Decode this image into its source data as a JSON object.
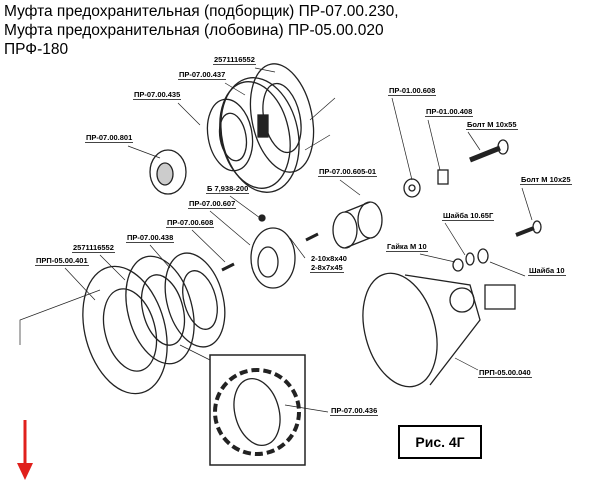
{
  "title_lines": [
    "Муфта предохранительная (подборщик) ПР-07.00.230,",
    "Муфта предохранительная (лобовина) ПР-05.00.020",
    "ПРФ-180"
  ],
  "labels": {
    "p2571116552_top": "2571116552",
    "pr0700437": "ПР-07.00.437",
    "pr0700435": "ПР-07.00.435",
    "pr0700801": "ПР-07.00.801",
    "pr0100608": "ПР-01.00.608",
    "pr0100408": "ПР-01.00.408",
    "bolt1055": "Болт М 10x55",
    "bolt1025": "Болт М 10x25",
    "pr070060501": "ПР-07.00.605-01",
    "b7938": "Б 7,938-200",
    "pr0700607": "ПР-07.00.607",
    "pr0700608": "ПР-07.00.608",
    "pr0700438": "ПР-07.00.438",
    "p2571116552_bottom": "2571116552",
    "prp0500401": "ПРП-05.00.401",
    "pin1": "2-10x8x40",
    "pin2": "2-8x7x45",
    "washer1065": "Шайба 10.65Г",
    "nut10": "Гайка М 10",
    "washer10": "Шайба 10",
    "prp0500040": "ПРП-05.00.040",
    "pr0700436": "ПР-07.00.436"
  },
  "figure_label": "Рис. 4Г",
  "colors": {
    "arrow": "#e0201c"
  }
}
